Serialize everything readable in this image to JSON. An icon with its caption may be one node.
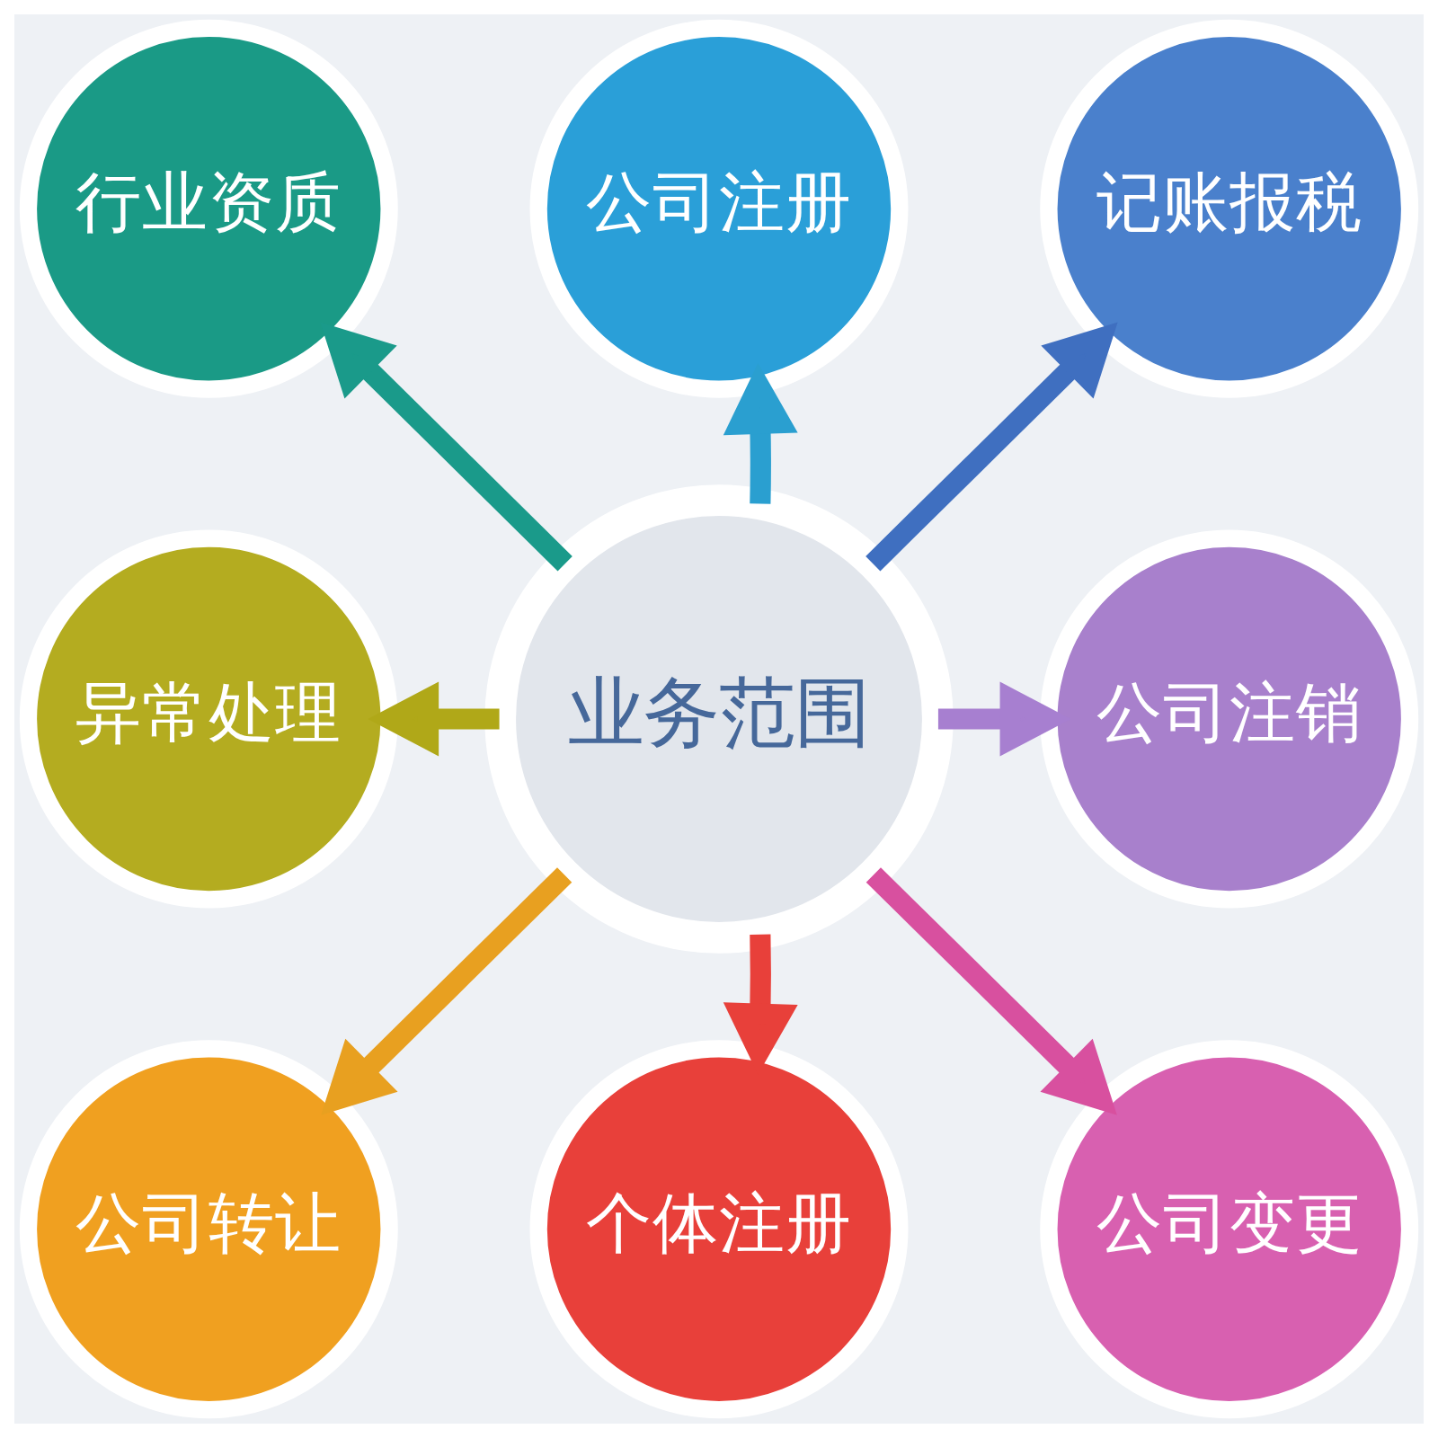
{
  "diagram": {
    "nodes": [
      {
        "text": [
          "业务范围"
        ]
      },
      {
        "text": [
          "公司注册"
        ]
      },
      {
        "text": [
          "记账报税"
        ]
      },
      {
        "text": [
          "公司注销"
        ]
      },
      {
        "text": [
          "公司变更"
        ]
      },
      {
        "text": [
          "个体注册"
        ]
      },
      {
        "text": [
          "公司转让"
        ]
      },
      {
        "text": [
          "异常处理"
        ]
      },
      {
        "text": [
          "行业资质"
        ]
      }
    ],
    "edges": [
      {
        "from": 0,
        "to": 1,
        "arrow": "to",
        "color": "#2a9fd0"
      },
      {
        "from": 0,
        "to": 2,
        "arrow": "to",
        "color": "#3f6fc0"
      },
      {
        "from": 0,
        "to": 3,
        "arrow": "to",
        "color": "#a77fd0"
      },
      {
        "from": 0,
        "to": 4,
        "arrow": "to",
        "color": "#d8509f"
      },
      {
        "from": 0,
        "to": 5,
        "arrow": "to",
        "color": "#e8403a"
      },
      {
        "from": 0,
        "to": 6,
        "arrow": "to",
        "color": "#e8a020"
      },
      {
        "from": 0,
        "to": 7,
        "arrow": "to",
        "color": "#b0a818"
      },
      {
        "from": 0,
        "to": 8,
        "arrow": "to",
        "color": "#1a9a8a"
      }
    ]
  }
}
